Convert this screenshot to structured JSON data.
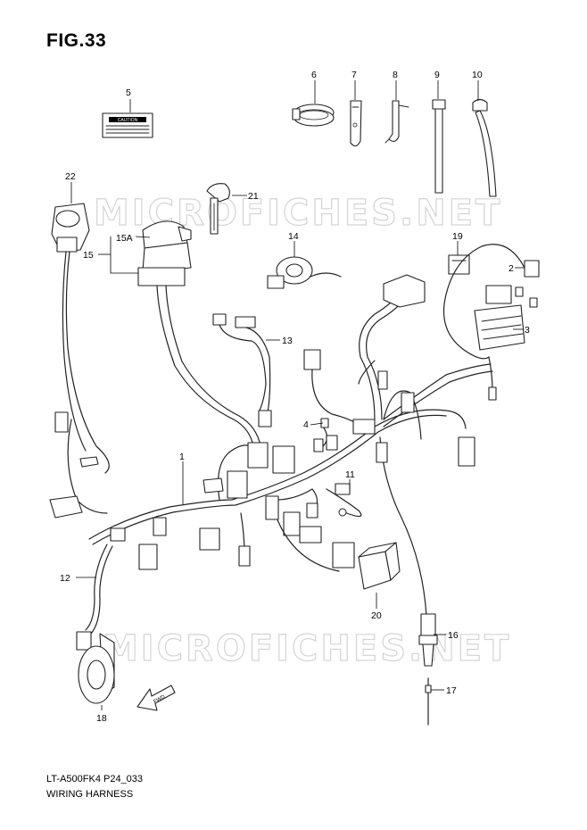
{
  "figure": {
    "title": "FIG.33",
    "model_code": "LT-A500FK4 P24_033",
    "caption": "WIRING HARNESS"
  },
  "watermark": {
    "text": "MICROFICHES.NET"
  },
  "callouts": [
    "1",
    "2",
    "3",
    "4",
    "5",
    "6",
    "7",
    "8",
    "9",
    "10",
    "11",
    "12",
    "13",
    "14",
    "15",
    "15A",
    "16",
    "17",
    "18",
    "19",
    "20",
    "21",
    "22"
  ],
  "caution_label": {
    "text": "CAUTION"
  },
  "fwd_arrow": {
    "text": "FWD"
  },
  "colors": {
    "line": "#222222",
    "watermark": "#d4d4d4",
    "background": "#ffffff"
  }
}
